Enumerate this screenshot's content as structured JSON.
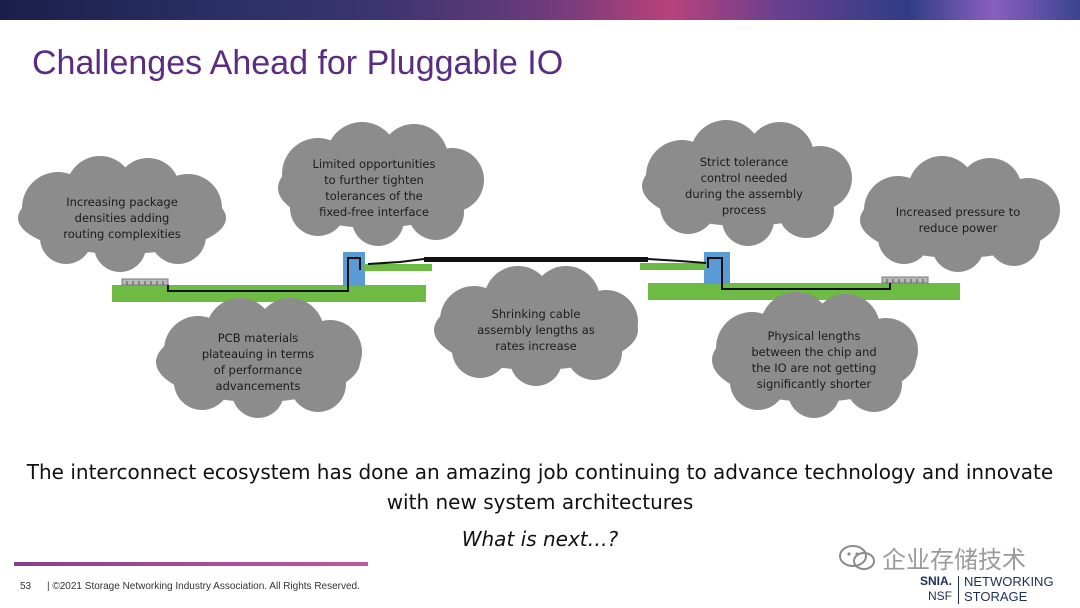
{
  "slide": {
    "title": "Challenges Ahead for Pluggable IO",
    "statement_line1": "The interconnect ecosystem has done an amazing job continuing to advance technology and innovate",
    "statement_line2": "with new system architectures",
    "question": "What is next…?"
  },
  "clouds": [
    {
      "id": "package",
      "lines": [
        "Increasing package",
        "densities adding",
        "routing complexities"
      ]
    },
    {
      "id": "tolerances",
      "lines": [
        "Limited opportunities",
        "to further tighten",
        "tolerances of the",
        "fixed-free interface"
      ]
    },
    {
      "id": "assembly",
      "lines": [
        "Strict tolerance",
        "control needed",
        "during the assembly",
        "process"
      ]
    },
    {
      "id": "power",
      "lines": [
        "Increased pressure to",
        "reduce power"
      ]
    },
    {
      "id": "pcb",
      "lines": [
        "PCB materials",
        "plateauing in terms",
        "of performance",
        "advancements"
      ]
    },
    {
      "id": "cable",
      "lines": [
        "Shrinking cable",
        "assembly lengths as",
        "rates increase"
      ]
    },
    {
      "id": "physical",
      "lines": [
        "Physical lengths",
        "between the chip and",
        "the IO are not getting",
        "significantly shorter"
      ]
    }
  ],
  "footer": {
    "page_number": "53",
    "copyright": "| ©2021 Storage Networking Industry Association. All Rights Reserved.",
    "watermark": "企业存储技术",
    "logo_left_top": "SNIA.",
    "logo_left_bottom": "NSF",
    "logo_right_top": "NETWORKING",
    "logo_right_bottom": "STORAGE"
  },
  "colors": {
    "title": "#5a2d82",
    "cloud_fill": "#8c8c8c",
    "pcb_green": "#6dbb45",
    "connector_blue": "#5b9bd5",
    "cable_black": "#111111"
  }
}
